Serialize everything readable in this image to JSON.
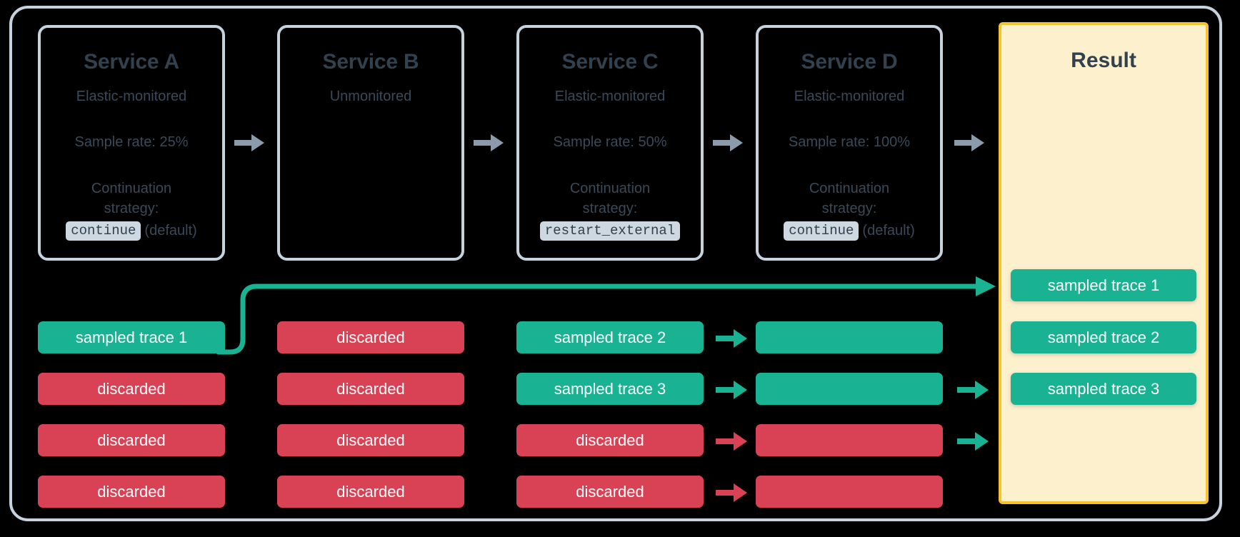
{
  "diagram": {
    "title": "Distributed tracing sampling across services",
    "colors": {
      "background": "#000000",
      "frame_border": "#c6d2de",
      "service_border": "#c6d2de",
      "text": "#32414e",
      "sampled": "#19b394",
      "discarded": "#d94255",
      "result_fill": "#fcf0cd",
      "result_border": "#f5c32c",
      "chip_bg": "#cdd8e1",
      "grey_arrow": "#8b9bab"
    }
  },
  "services": [
    {
      "name": "Service A",
      "monitoring": "Elastic-monitored",
      "sample_rate": "Sample rate: 25%",
      "continuation_label_line1": "Continuation",
      "continuation_label_line2": "strategy:",
      "strategy_code": "continue",
      "strategy_note": "(default)"
    },
    {
      "name": "Service B",
      "monitoring": "Unmonitored",
      "sample_rate": "",
      "continuation_label_line1": "",
      "continuation_label_line2": "",
      "strategy_code": "",
      "strategy_note": ""
    },
    {
      "name": "Service C",
      "monitoring": "Elastic-monitored",
      "sample_rate": "Sample rate: 50%",
      "continuation_label_line1": "Continuation",
      "continuation_label_line2": "strategy:",
      "strategy_code": "restart_external",
      "strategy_note": ""
    },
    {
      "name": "Service D",
      "monitoring": "Elastic-monitored",
      "sample_rate": "Sample rate: 100%",
      "continuation_label_line1": "Continuation",
      "continuation_label_line2": "strategy:",
      "strategy_code": "continue",
      "strategy_note": "(default)"
    }
  ],
  "result": {
    "title": "Result",
    "traces": [
      {
        "label": "sampled trace 1",
        "state": "sampled"
      },
      {
        "label": "sampled trace 2",
        "state": "sampled"
      },
      {
        "label": "sampled trace 3",
        "state": "sampled"
      }
    ]
  },
  "columns": [
    {
      "service": "Service A",
      "rows": [
        {
          "label": "sampled trace 1",
          "state": "sampled"
        },
        {
          "label": "discarded",
          "state": "discarded"
        },
        {
          "label": "discarded",
          "state": "discarded"
        },
        {
          "label": "discarded",
          "state": "discarded"
        }
      ]
    },
    {
      "service": "Service B",
      "rows": [
        {
          "label": "discarded",
          "state": "discarded"
        },
        {
          "label": "discarded",
          "state": "discarded"
        },
        {
          "label": "discarded",
          "state": "discarded"
        },
        {
          "label": "discarded",
          "state": "discarded"
        }
      ]
    },
    {
      "service": "Service C",
      "rows": [
        {
          "label": "sampled trace 2",
          "state": "sampled"
        },
        {
          "label": "sampled trace 3",
          "state": "sampled"
        },
        {
          "label": "discarded",
          "state": "discarded"
        },
        {
          "label": "discarded",
          "state": "discarded"
        }
      ]
    },
    {
      "service": "Service D",
      "rows": [
        {
          "label": "",
          "state": "sampled"
        },
        {
          "label": "",
          "state": "sampled"
        },
        {
          "label": "",
          "state": "discarded"
        },
        {
          "label": "",
          "state": "discarded"
        }
      ]
    }
  ]
}
